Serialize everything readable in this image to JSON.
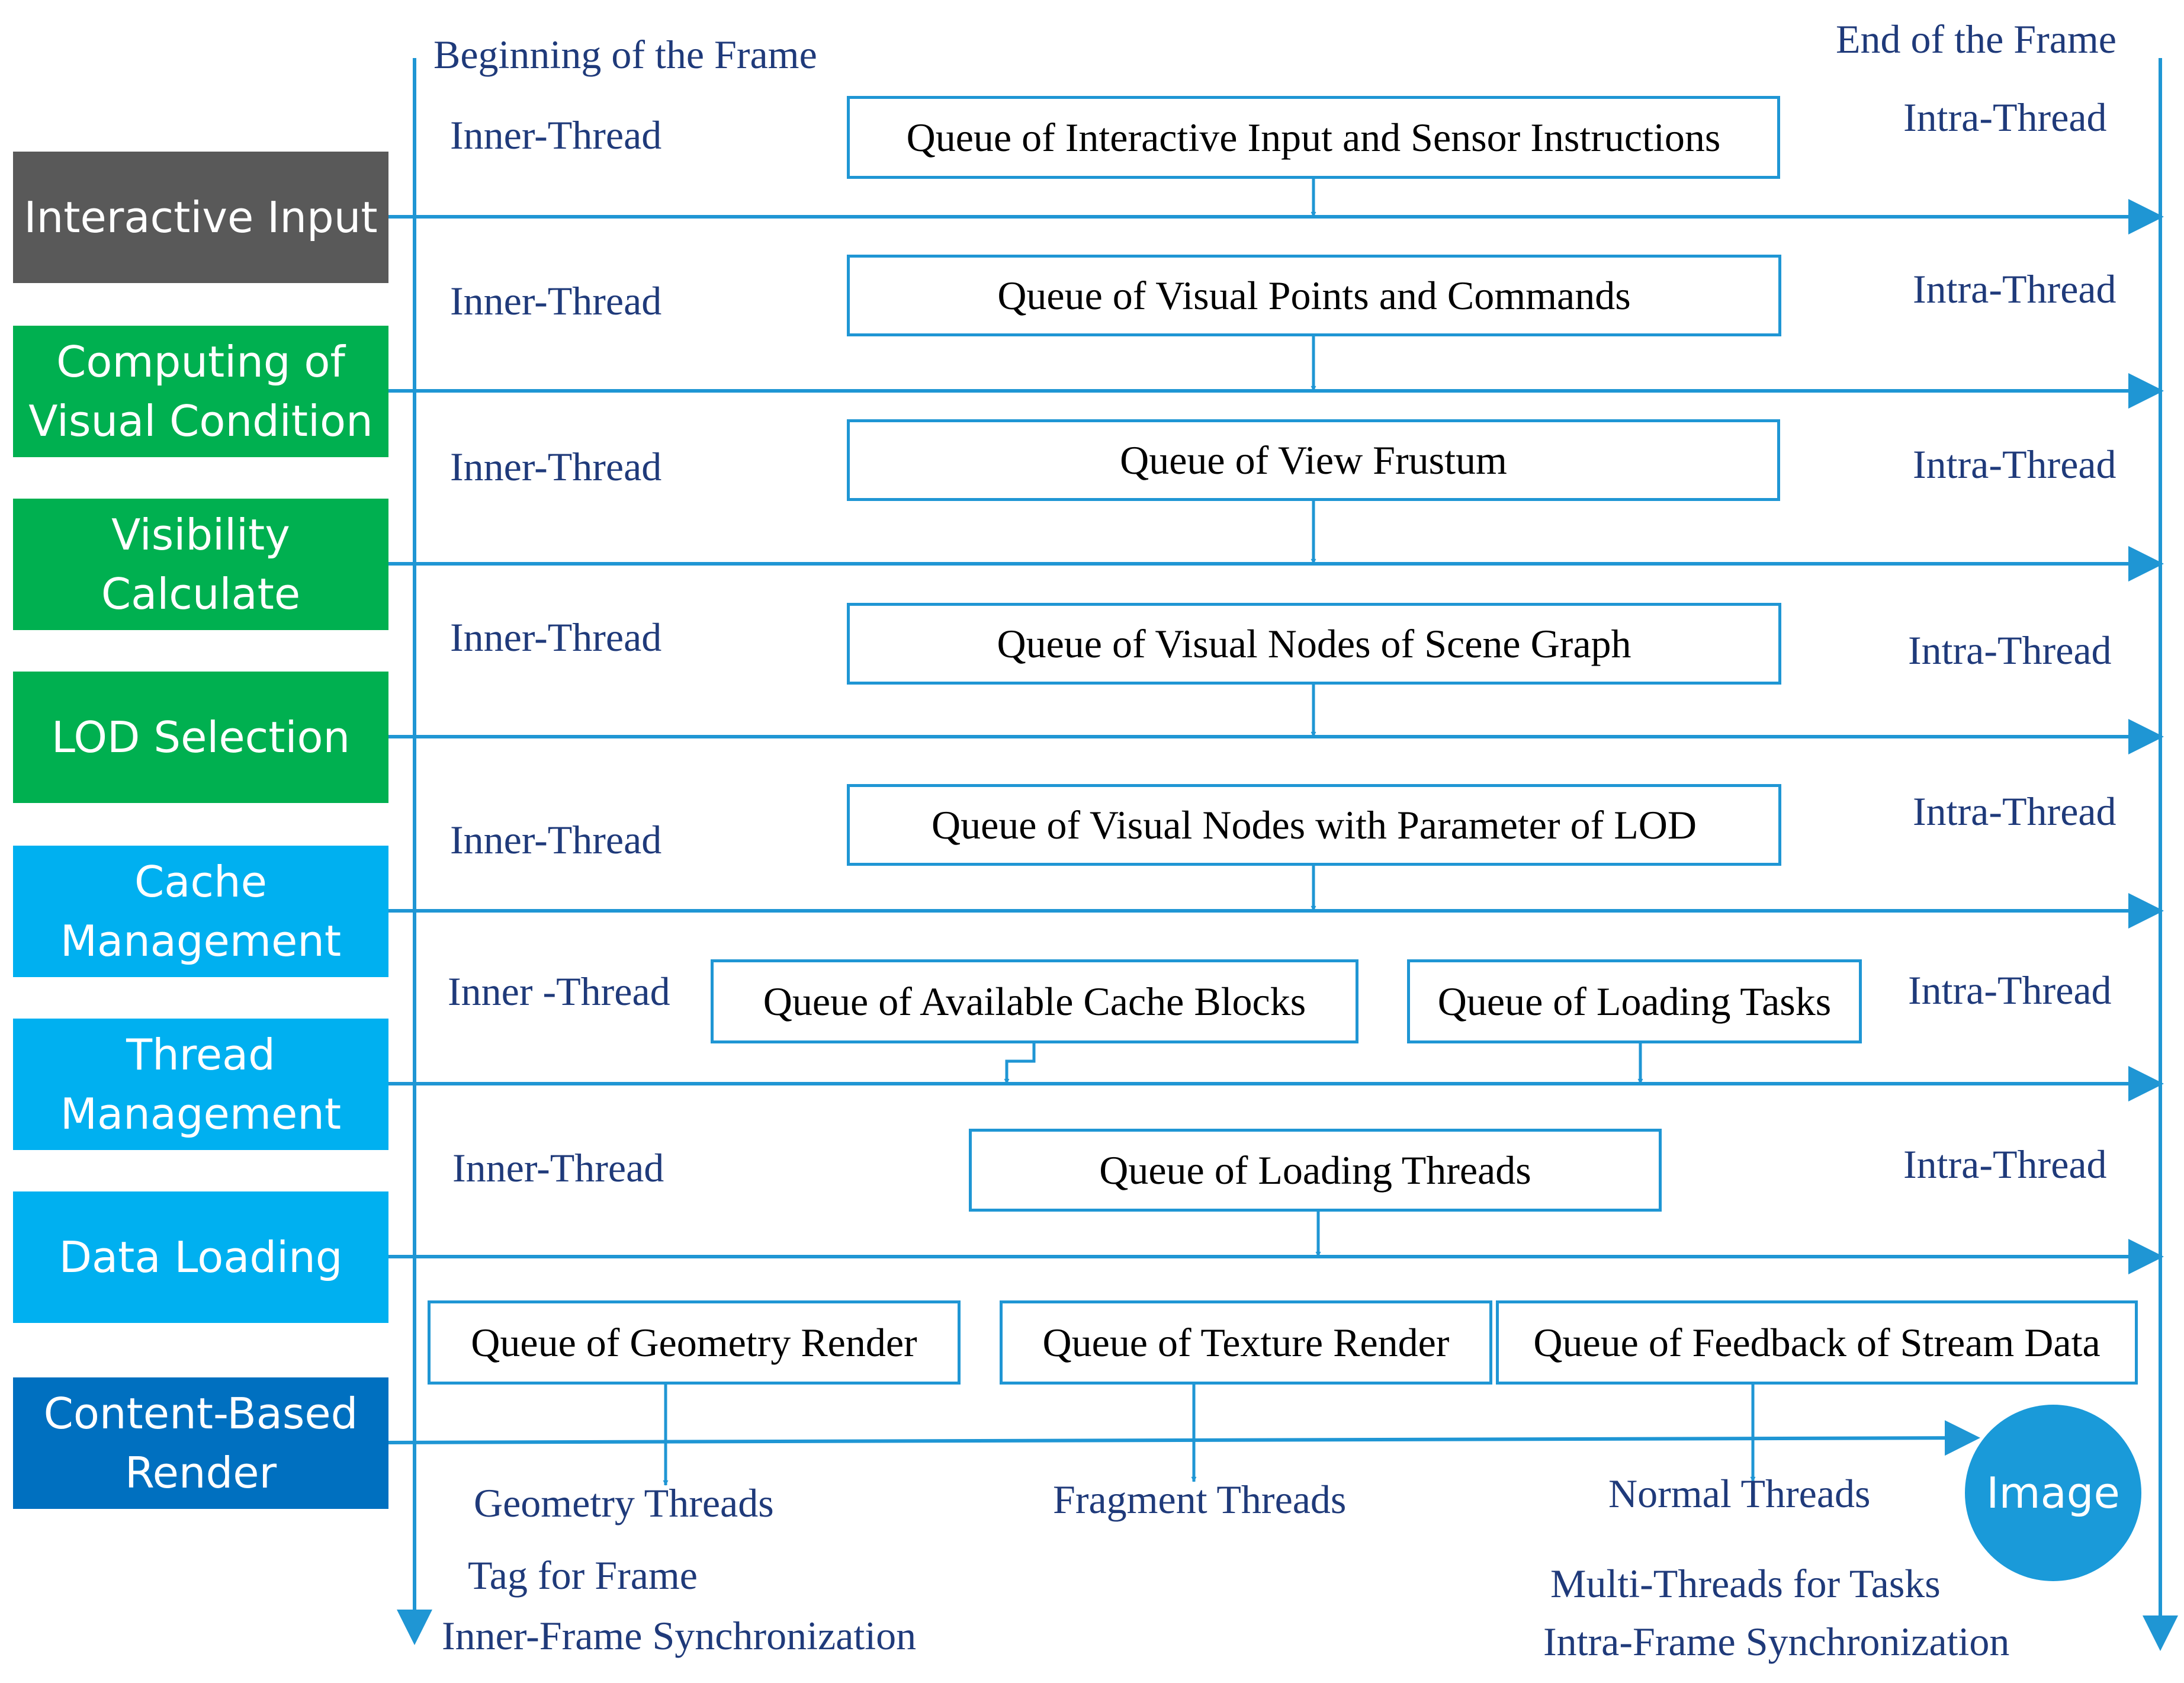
{
  "colors": {
    "line": "#1f96d4",
    "label_text": "#1f3a7a",
    "stage_gray": "#595959",
    "stage_green": "#00b050",
    "stage_sky": "#00b0f0",
    "stage_blue": "#0070c0",
    "image_node": "#1a9ad9"
  },
  "frame": {
    "beginning": "Beginning  of the Frame",
    "end": "End of the Frame"
  },
  "stages": [
    {
      "label": "Interactive Input",
      "color": "gray"
    },
    {
      "label": "Computing of\nVisual Condition",
      "color": "green"
    },
    {
      "label": "Visibility\nCalculate",
      "color": "green"
    },
    {
      "label": "LOD Selection",
      "color": "green"
    },
    {
      "label": "Cache\nManagement",
      "color": "sky"
    },
    {
      "label": "Thread\nManagement",
      "color": "sky"
    },
    {
      "label": "Data Loading",
      "color": "sky"
    },
    {
      "label": "Content-Based\nRender",
      "color": "blue"
    }
  ],
  "queues": {
    "q1": "Queue of Interactive Input and Sensor Instructions",
    "q2": "Queue of Visual Points and Commands",
    "q3": "Queue of View Frustum",
    "q4": "Queue of Visual Nodes of Scene Graph",
    "q5": "Queue of Visual Nodes with Parameter of LOD",
    "q6a": "Queue of Available Cache Blocks",
    "q6b": "Queue of Loading Tasks",
    "q7": "Queue of Loading Threads",
    "q8a": "Queue of Geometry Render",
    "q8b": "Queue of Texture Render",
    "q8c": "Queue of Feedback of Stream Data"
  },
  "inner_thread": [
    "Inner-Thread",
    "Inner-Thread",
    "Inner-Thread",
    "Inner-Thread",
    "Inner-Thread",
    "Inner -Thread",
    "Inner-Thread"
  ],
  "intra_thread": [
    "Intra-Thread",
    "Intra-Thread",
    "Intra-Thread",
    "Intra-Thread",
    "Intra-Thread",
    "Intra-Thread",
    "Intra-Thread"
  ],
  "threads": {
    "geometry": "Geometry Threads",
    "fragment": "Fragment Threads",
    "normal": "Normal Threads"
  },
  "image_node": "Image",
  "legend": {
    "tag_for_frame": "Tag for Frame",
    "inner_frame_sync": "Inner-Frame Synchronization",
    "multi_threads": "Multi-Threads for Tasks",
    "intra_frame_sync": "Intra-Frame Synchronization"
  }
}
